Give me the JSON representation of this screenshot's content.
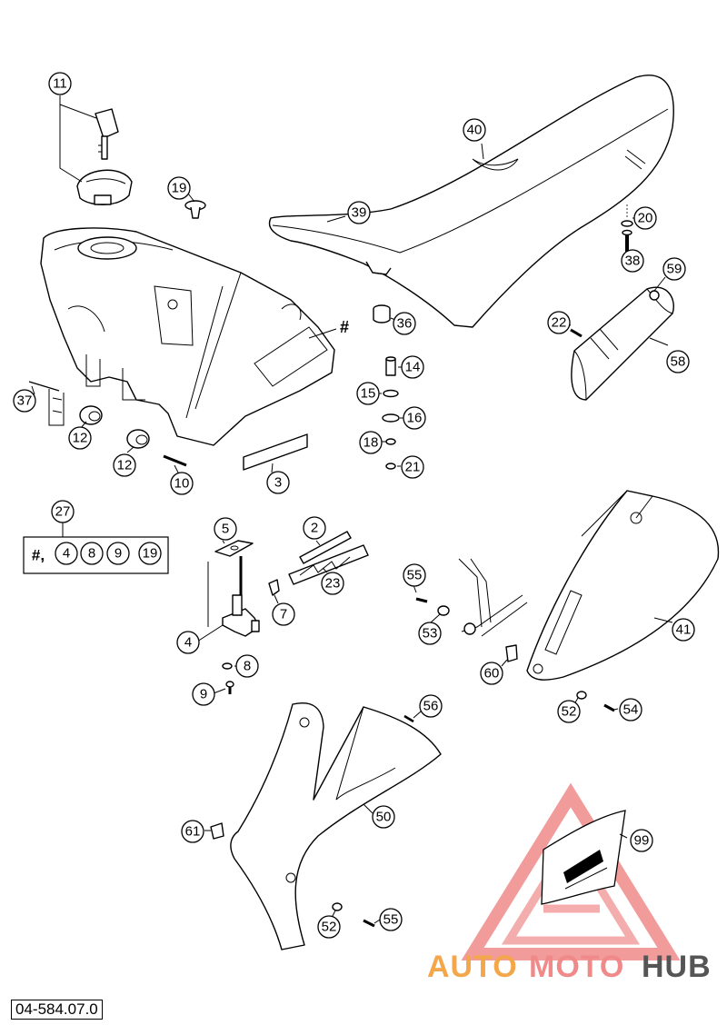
{
  "drawing_number": "04-584.07.0",
  "watermark": {
    "brand_part1": "AUTO",
    "brand_part2": "MOTO",
    "brand_part3": "HUB",
    "color_primary": "#f08a8a",
    "color_accent": "#f4a64a",
    "color_dark": "#555555"
  },
  "hash_symbol": "#",
  "kit": {
    "number": "27",
    "prefix": "#,",
    "items": [
      "4",
      "8",
      "9",
      "19"
    ]
  },
  "callouts": [
    {
      "id": "c11",
      "label": "11"
    },
    {
      "id": "c19",
      "label": "19"
    },
    {
      "id": "c40",
      "label": "40"
    },
    {
      "id": "c39",
      "label": "39"
    },
    {
      "id": "c20",
      "label": "20"
    },
    {
      "id": "c38",
      "label": "38"
    },
    {
      "id": "c59",
      "label": "59"
    },
    {
      "id": "c36",
      "label": "36"
    },
    {
      "id": "c22",
      "label": "22"
    },
    {
      "id": "c58",
      "label": "58"
    },
    {
      "id": "c14",
      "label": "14"
    },
    {
      "id": "c15",
      "label": "15"
    },
    {
      "id": "c16",
      "label": "16"
    },
    {
      "id": "c18",
      "label": "18"
    },
    {
      "id": "c21",
      "label": "21"
    },
    {
      "id": "c37",
      "label": "37"
    },
    {
      "id": "c12a",
      "label": "12"
    },
    {
      "id": "c12b",
      "label": "12"
    },
    {
      "id": "c10",
      "label": "10"
    },
    {
      "id": "c3",
      "label": "3"
    },
    {
      "id": "c5",
      "label": "5"
    },
    {
      "id": "c2",
      "label": "2"
    },
    {
      "id": "c23",
      "label": "23"
    },
    {
      "id": "c7",
      "label": "7"
    },
    {
      "id": "c4",
      "label": "4"
    },
    {
      "id": "c8",
      "label": "8"
    },
    {
      "id": "c9",
      "label": "9"
    },
    {
      "id": "c55a",
      "label": "55"
    },
    {
      "id": "c53",
      "label": "53"
    },
    {
      "id": "c60",
      "label": "60"
    },
    {
      "id": "c41",
      "label": "41"
    },
    {
      "id": "c52a",
      "label": "52"
    },
    {
      "id": "c54",
      "label": "54"
    },
    {
      "id": "c56",
      "label": "56"
    },
    {
      "id": "c50",
      "label": "50"
    },
    {
      "id": "c61",
      "label": "61"
    },
    {
      "id": "c52b",
      "label": "52"
    },
    {
      "id": "c55b",
      "label": "55"
    },
    {
      "id": "c99",
      "label": "99"
    }
  ]
}
